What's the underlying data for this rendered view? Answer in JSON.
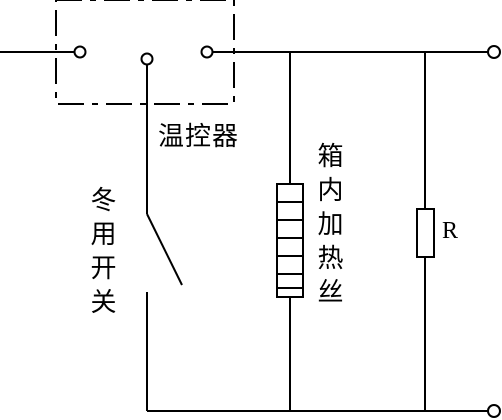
{
  "labels": {
    "thermostat": "温控器",
    "winter_switch": "冬用开关",
    "heater": "箱内加热丝",
    "resistor": "R"
  }
}
